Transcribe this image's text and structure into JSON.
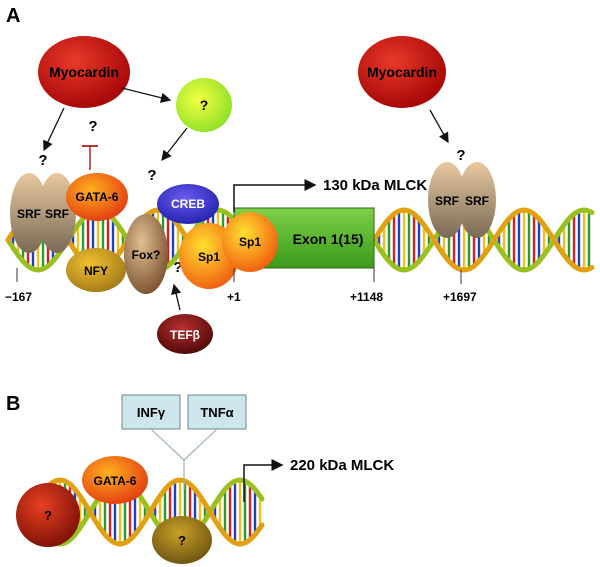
{
  "panels": {
    "a": "A",
    "b": "B"
  },
  "factors": {
    "myocardin_left": "Myocardin",
    "myocardin_right": "Myocardin",
    "unknown_yellow": "?",
    "srf": "SRF",
    "gata6": "GATA-6",
    "creb": "CREB",
    "fox": "Fox?",
    "nfy": "NFY",
    "sp1": "Sp1",
    "tefb": "TEFβ",
    "exon": "Exon 1(15)"
  },
  "question_mark": "?",
  "transcripts": {
    "a": "130 kDa MLCK",
    "b": "220 kDa MLCK"
  },
  "positions": {
    "p1": "−167",
    "p2": "+1",
    "p3": "+1148",
    "p4": "+1697"
  },
  "cytokines": {
    "infg": "INFγ",
    "tnfa": "TNFα"
  },
  "panel_b": {
    "gata6": "GATA-6",
    "unknown1": "?",
    "unknown2": "?"
  },
  "colors": {
    "myocardin": "#c81414",
    "srf": "#c8a070",
    "gata6": "#f06a14",
    "creb": "#3a3acc",
    "nfy": "#d4a020",
    "fox": "#a07848",
    "sp1": "#f8a010",
    "tefb": "#6a0a0a",
    "exon": "#5cbf2a",
    "cytokine_box": "#cde5ec"
  }
}
